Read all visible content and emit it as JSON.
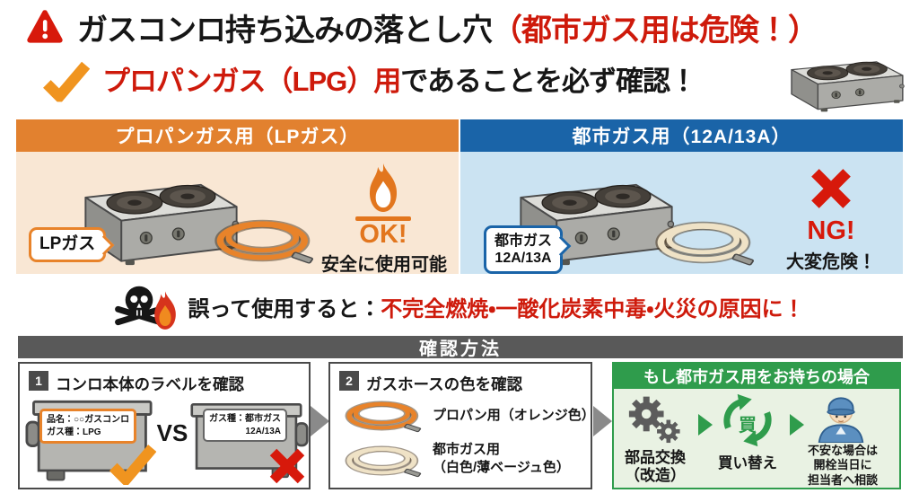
{
  "colors": {
    "red": "#CE1A0B",
    "orange": "#E2812F",
    "orange_light_bg": "#F9E7D4",
    "blue": "#1A64A8",
    "blue_light_bg": "#CBE3F2",
    "green": "#2F9C4C",
    "green_light_bg": "#E9F2E3",
    "dark_bar": "#595959"
  },
  "header": {
    "title_black": "ガスコンロ持ち込みの落とし穴",
    "title_red": "（都市ガス用は危険！）",
    "subtitle_red": "プロパンガス（LPG）用",
    "subtitle_black": "であることを必ず確認！"
  },
  "comparison": {
    "left": {
      "header": "プロパンガス用（LPガス）",
      "bubble": "LPガス",
      "status": "OK!",
      "status_note": "安全に使用可能"
    },
    "right": {
      "header": "都市ガス用（12A/13A）",
      "bubble_line1": "都市ガス",
      "bubble_line2": "12A/13A",
      "status": "NG!",
      "status_note": "大変危険！"
    }
  },
  "warning": {
    "prefix": "誤って使用すると：",
    "message": "不完全燃焼・一酸化炭素中毒・火災の原因に！"
  },
  "method": {
    "title": "確認方法"
  },
  "steps": [
    {
      "number": "1",
      "title": "コンロ本体のラベルを確認",
      "ok_label_line1": "品名：○○ガスコンロ",
      "ok_label_line2": "ガス種：LPG",
      "vs": "VS",
      "ng_label_line1": "ガス種：都市ガス",
      "ng_label_line2": "12A/13A"
    },
    {
      "number": "2",
      "title": "ガスホースの色を確認",
      "propane_label": "プロパン用（オレンジ色）",
      "city_label_line1": "都市ガス用",
      "city_label_line2": "（白色/薄ベージュ色）"
    }
  ],
  "city_gas": {
    "header": "もし都市ガス用をお持ちの場合",
    "buy_kanji": "買",
    "options": [
      {
        "line1": "部品交換",
        "line2": "（改造）"
      },
      {
        "line1": "買い替え"
      },
      {
        "line1": "不安な場合は",
        "line2": "開栓当日に",
        "line3": "担当者へ相談"
      }
    ]
  }
}
